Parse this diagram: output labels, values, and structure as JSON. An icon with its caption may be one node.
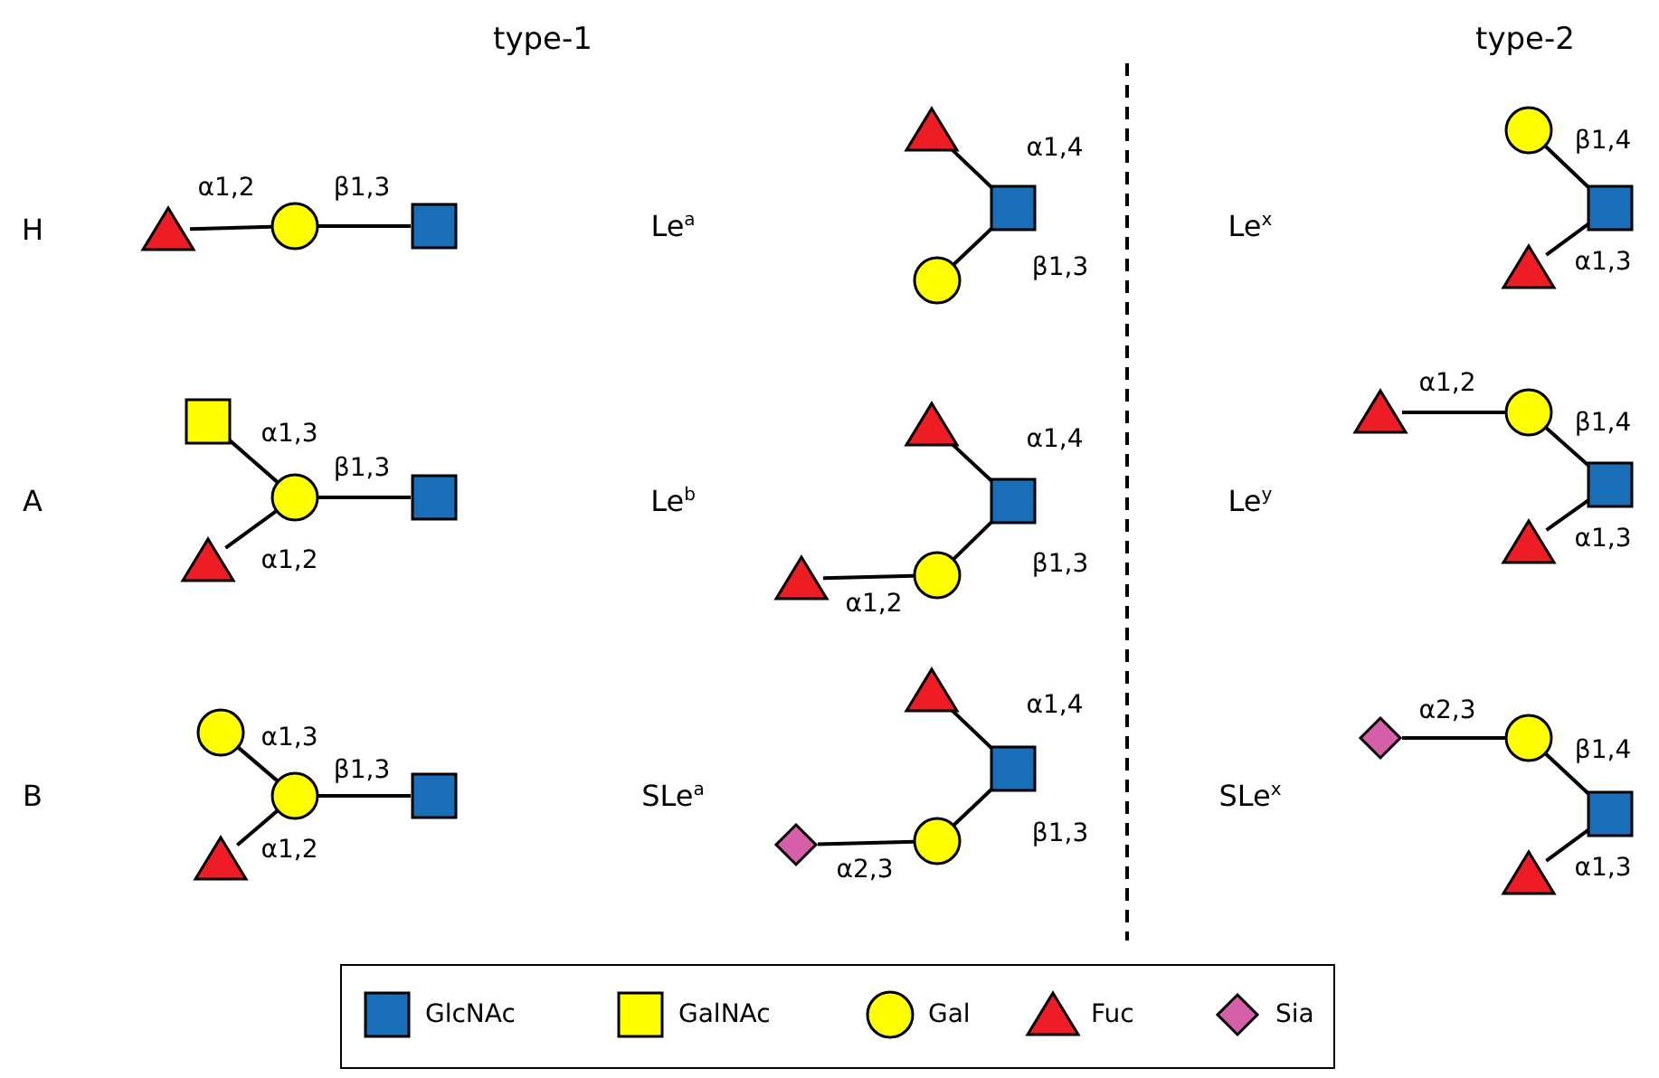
{
  "diagram": {
    "nodes": [
      {
        "text": [],
        "shape": "triangle"
      },
      {
        "text": [],
        "shape": "circle"
      },
      {
        "text": [],
        "shape": "box"
      },
      {
        "text": [],
        "shape": "triangle"
      },
      {
        "text": [],
        "shape": "box"
      },
      {
        "text": [],
        "shape": "circle"
      },
      {
        "text": [],
        "shape": "circle"
      },
      {
        "text": [],
        "shape": "box"
      },
      {
        "text": [],
        "shape": "triangle"
      },
      {
        "text": [],
        "shape": "box"
      },
      {
        "text": [],
        "shape": "circle"
      },
      {
        "text": [],
        "shape": "box"
      },
      {
        "text": [],
        "shape": "triangle"
      },
      {
        "text": [],
        "shape": "triangle"
      },
      {
        "text": [],
        "shape": "box"
      },
      {
        "text": [],
        "shape": "circle"
      },
      {
        "text": [],
        "shape": "triangle"
      },
      {
        "text": [],
        "shape": "triangle"
      },
      {
        "text": [],
        "shape": "circle"
      },
      {
        "text": [],
        "shape": "box"
      },
      {
        "text": [],
        "shape": "triangle"
      },
      {
        "text": [],
        "shape": "circle"
      },
      {
        "text": [],
        "shape": "circle"
      },
      {
        "text": [],
        "shape": "box"
      },
      {
        "text": [],
        "shape": "triangle"
      },
      {
        "text": [],
        "shape": "triangle"
      },
      {
        "text": [],
        "shape": "box"
      },
      {
        "text": [],
        "shape": "circle"
      },
      {
        "text": [],
        "shape": "diamond"
      },
      {
        "text": [],
        "shape": "diamond"
      },
      {
        "text": [],
        "shape": "circle"
      },
      {
        "text": [],
        "shape": "box"
      },
      {
        "text": [],
        "shape": "triangle"
      }
    ],
    "edges": [
      {
        "from": 0,
        "to": 1,
        "arrow": "none",
        "label": "α1,2"
      },
      {
        "from": 1,
        "to": 2,
        "arrow": "none",
        "label": "β1,3"
      },
      {
        "from": 3,
        "to": 4,
        "arrow": "none",
        "label": "α1,4"
      },
      {
        "from": 5,
        "to": 4,
        "arrow": "none",
        "label": "β1,3"
      },
      {
        "from": 6,
        "to": 7,
        "arrow": "none",
        "label": "β1,4"
      },
      {
        "from": 8,
        "to": 7,
        "arrow": "none",
        "label": "α1,3"
      },
      {
        "from": 9,
        "to": 10,
        "arrow": "none",
        "label": "α1,3"
      },
      {
        "from": 12,
        "to": 10,
        "arrow": "none",
        "label": "α1,2"
      },
      {
        "from": 10,
        "to": 11,
        "arrow": "none",
        "label": "β1,3"
      },
      {
        "from": 13,
        "to": 14,
        "arrow": "none",
        "label": "α1,4"
      },
      {
        "from": 15,
        "to": 14,
        "arrow": "none",
        "label": "β1,3"
      },
      {
        "from": 16,
        "to": 15,
        "arrow": "none",
        "label": "α1,2"
      },
      {
        "from": 17,
        "to": 18,
        "arrow": "none",
        "label": "α1,2"
      },
      {
        "from": 18,
        "to": 19,
        "arrow": "none",
        "label": "β1,4"
      },
      {
        "from": 20,
        "to": 19,
        "arrow": "none",
        "label": "α1,3"
      },
      {
        "from": 21,
        "to": 22,
        "arrow": "none",
        "label": "α1,3"
      },
      {
        "from": 24,
        "to": 22,
        "arrow": "none",
        "label": "α1,2"
      },
      {
        "from": 22,
        "to": 23,
        "arrow": "none",
        "label": "β1,3"
      },
      {
        "from": 25,
        "to": 26,
        "arrow": "none",
        "label": "α1,4"
      },
      {
        "from": 27,
        "to": 26,
        "arrow": "none",
        "label": "β1,3"
      },
      {
        "from": 28,
        "to": 27,
        "arrow": "none",
        "label": "α2,3"
      },
      {
        "from": 29,
        "to": 30,
        "arrow": "none",
        "label": "α2,3"
      },
      {
        "from": 30,
        "to": 31,
        "arrow": "none",
        "label": "β1,4"
      },
      {
        "from": 32,
        "to": 31,
        "arrow": "none",
        "label": "α1,3"
      }
    ],
    "labels": [
      "type-1",
      "type-2",
      "H",
      "Le$^{a}$",
      "Le$^{x}$",
      "A",
      "Le$^{b}$",
      "Le$^{y}$",
      "B",
      "SLe$^{a}$",
      "SLe$^{x}$"
    ],
    "legend": [
      {
        "text": "GlcNAc",
        "color": "#1a6fb8"
      },
      {
        "text": "GalNAc",
        "color": "#ffff00"
      },
      {
        "text": "Gal",
        "color": "#ffff00"
      },
      {
        "text": "Fuc",
        "color": "#ee1c24"
      },
      {
        "text": "Sia",
        "color": "#d65fa9"
      }
    ]
  }
}
